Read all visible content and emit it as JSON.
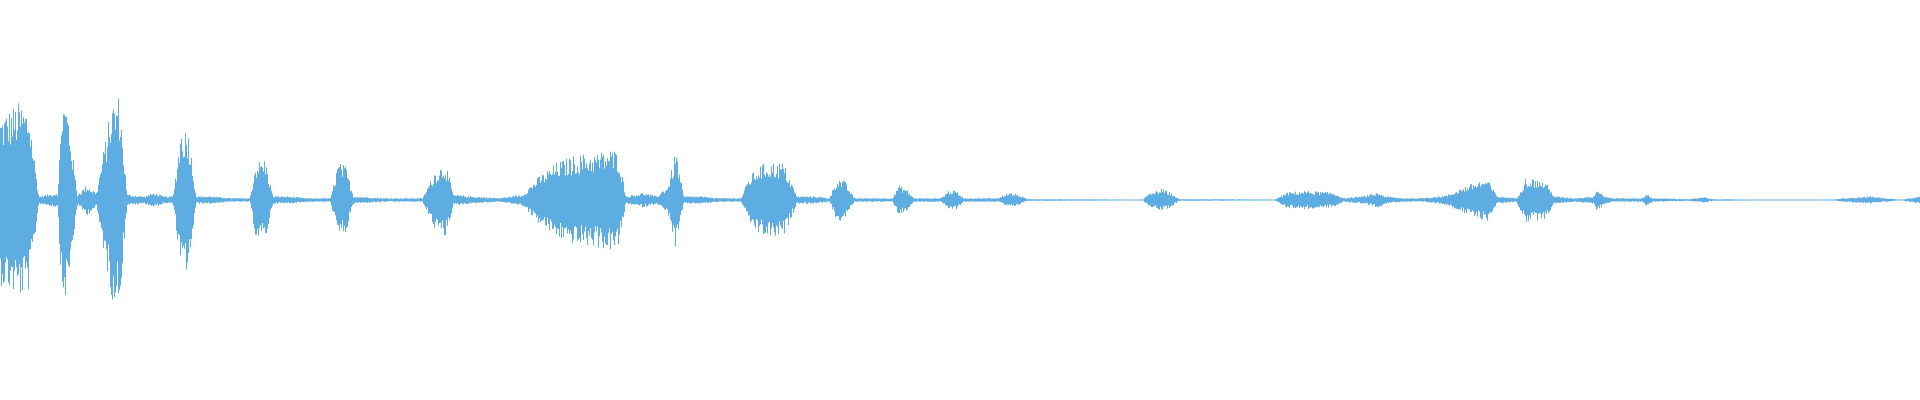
{
  "colors": {
    "background": "#ffffff",
    "waveform": "#5dade2"
  },
  "waveform": {
    "envelope": [
      [
        0.0,
        0.45
      ],
      [
        0.01,
        0.52
      ],
      [
        0.015,
        0.48
      ],
      [
        0.02,
        0.02
      ],
      [
        0.025,
        0.03
      ],
      [
        0.03,
        0.04
      ],
      [
        0.032,
        0.55
      ],
      [
        0.035,
        0.5
      ],
      [
        0.04,
        0.03
      ],
      [
        0.045,
        0.08
      ],
      [
        0.05,
        0.04
      ],
      [
        0.058,
        0.52
      ],
      [
        0.062,
        0.56
      ],
      [
        0.066,
        0.03
      ],
      [
        0.075,
        0.02
      ],
      [
        0.08,
        0.04
      ],
      [
        0.085,
        0.02
      ],
      [
        0.09,
        0.02
      ],
      [
        0.094,
        0.38
      ],
      [
        0.098,
        0.38
      ],
      [
        0.102,
        0.02
      ],
      [
        0.11,
        0.02
      ],
      [
        0.12,
        0.01
      ],
      [
        0.13,
        0.01
      ],
      [
        0.133,
        0.2
      ],
      [
        0.138,
        0.22
      ],
      [
        0.142,
        0.02
      ],
      [
        0.15,
        0.02
      ],
      [
        0.16,
        0.01
      ],
      [
        0.172,
        0.01
      ],
      [
        0.176,
        0.2
      ],
      [
        0.18,
        0.18
      ],
      [
        0.184,
        0.02
      ],
      [
        0.2,
        0.01
      ],
      [
        0.22,
        0.01
      ],
      [
        0.226,
        0.15
      ],
      [
        0.232,
        0.2
      ],
      [
        0.236,
        0.03
      ],
      [
        0.245,
        0.02
      ],
      [
        0.26,
        0.01
      ],
      [
        0.272,
        0.03
      ],
      [
        0.28,
        0.12
      ],
      [
        0.29,
        0.2
      ],
      [
        0.3,
        0.24
      ],
      [
        0.31,
        0.25
      ],
      [
        0.318,
        0.27
      ],
      [
        0.322,
        0.26
      ],
      [
        0.326,
        0.02
      ],
      [
        0.335,
        0.04
      ],
      [
        0.342,
        0.02
      ],
      [
        0.348,
        0.08
      ],
      [
        0.352,
        0.27
      ],
      [
        0.356,
        0.02
      ],
      [
        0.365,
        0.02
      ],
      [
        0.375,
        0.01
      ],
      [
        0.386,
        0.01
      ],
      [
        0.39,
        0.12
      ],
      [
        0.395,
        0.18
      ],
      [
        0.4,
        0.2
      ],
      [
        0.408,
        0.2
      ],
      [
        0.412,
        0.1
      ],
      [
        0.415,
        0.02
      ],
      [
        0.425,
        0.02
      ],
      [
        0.432,
        0.01
      ],
      [
        0.436,
        0.12
      ],
      [
        0.44,
        0.1
      ],
      [
        0.445,
        0.01
      ],
      [
        0.455,
        0.01
      ],
      [
        0.465,
        0.01
      ],
      [
        0.468,
        0.08
      ],
      [
        0.472,
        0.06
      ],
      [
        0.476,
        0.01
      ],
      [
        0.49,
        0.01
      ],
      [
        0.494,
        0.05
      ],
      [
        0.498,
        0.05
      ],
      [
        0.502,
        0.01
      ],
      [
        0.52,
        0.01
      ],
      [
        0.525,
        0.04
      ],
      [
        0.53,
        0.03
      ],
      [
        0.535,
        0.005
      ],
      [
        0.59,
        0.003
      ],
      [
        0.595,
        0.001
      ],
      [
        0.598,
        0.03
      ],
      [
        0.605,
        0.06
      ],
      [
        0.61,
        0.04
      ],
      [
        0.614,
        0.005
      ],
      [
        0.66,
        0.003
      ],
      [
        0.664,
        0.001
      ],
      [
        0.67,
        0.04
      ],
      [
        0.68,
        0.05
      ],
      [
        0.695,
        0.04
      ],
      [
        0.7,
        0.01
      ],
      [
        0.71,
        0.02
      ],
      [
        0.718,
        0.04
      ],
      [
        0.722,
        0.02
      ],
      [
        0.73,
        0.01
      ],
      [
        0.74,
        0.01
      ],
      [
        0.75,
        0.02
      ],
      [
        0.755,
        0.03
      ],
      [
        0.76,
        0.06
      ],
      [
        0.77,
        0.1
      ],
      [
        0.775,
        0.11
      ],
      [
        0.78,
        0.02
      ],
      [
        0.79,
        0.01
      ],
      [
        0.795,
        0.12
      ],
      [
        0.805,
        0.1
      ],
      [
        0.81,
        0.02
      ],
      [
        0.82,
        0.01
      ],
      [
        0.83,
        0.02
      ],
      [
        0.832,
        0.06
      ],
      [
        0.836,
        0.02
      ],
      [
        0.84,
        0.01
      ],
      [
        0.855,
        0.01
      ],
      [
        0.858,
        0.03
      ],
      [
        0.861,
        0.01
      ],
      [
        0.88,
        0.005
      ],
      [
        0.888,
        0.015
      ],
      [
        0.892,
        0.005
      ],
      [
        0.92,
        0.002
      ],
      [
        0.93,
        0.002
      ],
      [
        0.94,
        0.002
      ],
      [
        0.95,
        0.002
      ],
      [
        0.955,
        0.002
      ],
      [
        0.96,
        0.01
      ],
      [
        0.975,
        0.02
      ],
      [
        0.98,
        0.012
      ],
      [
        0.985,
        0.008
      ],
      [
        0.99,
        0.001
      ],
      [
        1.0,
        0.02
      ]
    ]
  }
}
